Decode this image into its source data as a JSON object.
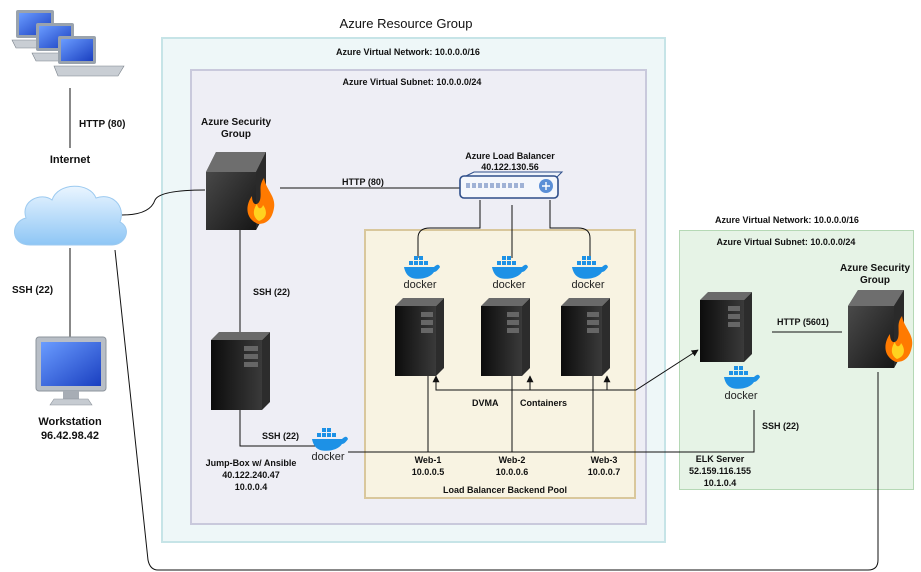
{
  "resource_group": "Azure Resource Group",
  "vnet_main": "Azure Virtual Network: 10.0.0.0/16",
  "subnet_main": "Azure Virtual Subnet: 10.0.0.0/24",
  "vnet_elk": "Azure Virtual Network: 10.0.0.0/16",
  "subnet_elk": "Azure Virtual Subnet: 10.0.0.0/24",
  "backend_pool": "Load Balancer Backend Pool",
  "http_80_internet": "HTTP (80)",
  "internet": "Internet",
  "ssh_22_workstation": "SSH (22)",
  "workstation": {
    "name": "Workstation",
    "ip": "96.42.98.42"
  },
  "nsg_main": [
    "Azure Security",
    "Group"
  ],
  "nsg_elk": [
    "Azure Security",
    "Group"
  ],
  "http_80_lb": "HTTP (80)",
  "lb": {
    "name": "Azure Load Balancer",
    "ip": "40.122.130.56"
  },
  "ssh_22_nsg_jump": "SSH (22)",
  "ssh_22_jump_docker": "SSH (22)",
  "jumpbox": {
    "name": "Jump-Box  w/ Ansible",
    "public_ip": "40.122.240.47",
    "private_ip": "10.0.0.4"
  },
  "docker_label": "docker",
  "dvwa": "DVMA",
  "containers": "Containers",
  "web1": {
    "name": "Web-1",
    "ip": "10.0.0.5"
  },
  "web2": {
    "name": "Web-2",
    "ip": "10.0.0.6"
  },
  "web3": {
    "name": "Web-3",
    "ip": "10.0.0.7"
  },
  "http_5601": "HTTP (5601)",
  "ssh_22_elk": "SSH (22)",
  "elk": {
    "name": "ELK Server",
    "public_ip": "52.159.116.155",
    "private_ip": "10.1.0.4"
  }
}
